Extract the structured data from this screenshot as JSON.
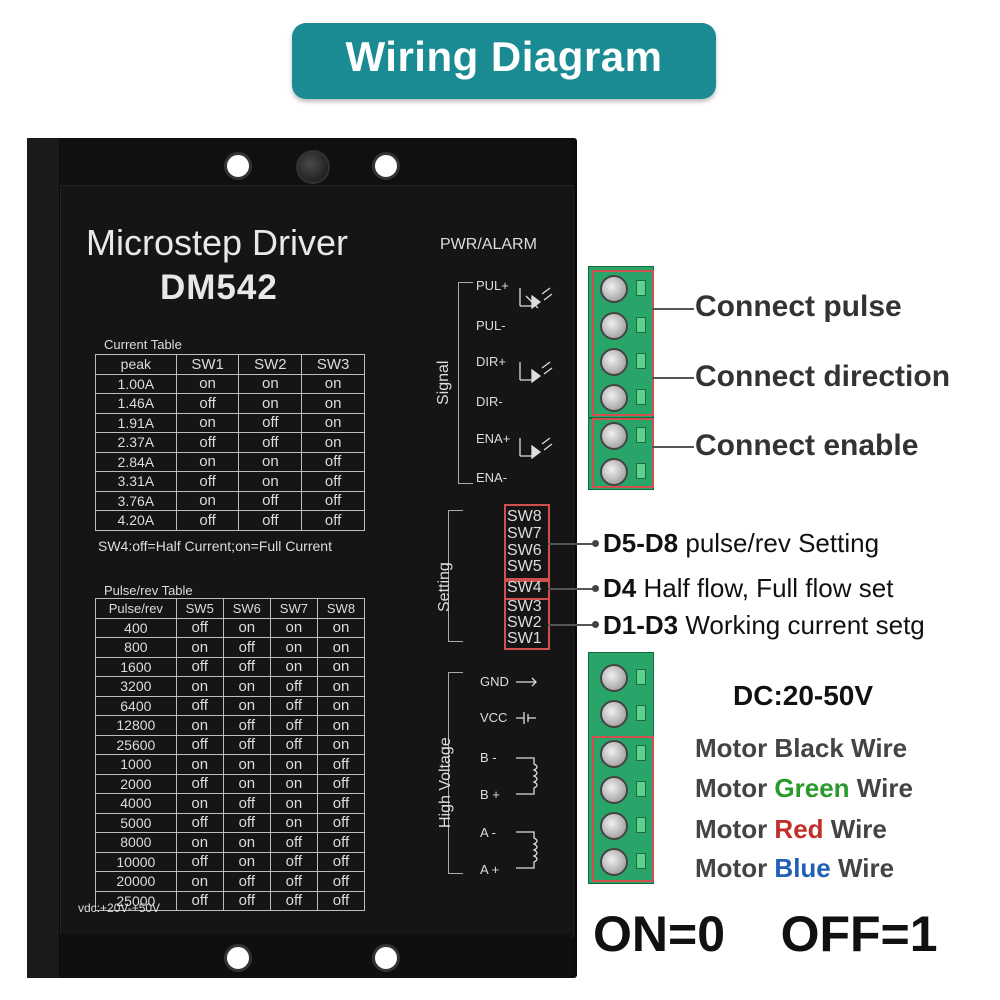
{
  "banner": {
    "title": "Wiring Diagram"
  },
  "device": {
    "title": "Microstep Driver",
    "model": "DM542",
    "pwr_alarm": "PWR/ALARM",
    "current_table": {
      "caption": "Current Table",
      "headers": [
        "peak",
        "SW1",
        "SW2",
        "SW3"
      ],
      "rows": [
        [
          "1.00A",
          "on",
          "on",
          "on"
        ],
        [
          "1.46A",
          "off",
          "on",
          "on"
        ],
        [
          "1.91A",
          "on",
          "off",
          "on"
        ],
        [
          "2.37A",
          "off",
          "off",
          "on"
        ],
        [
          "2.84A",
          "on",
          "on",
          "off"
        ],
        [
          "3.31A",
          "off",
          "on",
          "off"
        ],
        [
          "3.76A",
          "on",
          "off",
          "off"
        ],
        [
          "4.20A",
          "off",
          "off",
          "off"
        ]
      ],
      "note": "SW4:off=Half Current;on=Full Current"
    },
    "pulse_table": {
      "caption": "Pulse/rev Table",
      "headers": [
        "Pulse/rev",
        "SW5",
        "SW6",
        "SW7",
        "SW8"
      ],
      "rows": [
        [
          "400",
          "off",
          "on",
          "on",
          "on"
        ],
        [
          "800",
          "on",
          "off",
          "on",
          "on"
        ],
        [
          "1600",
          "off",
          "off",
          "on",
          "on"
        ],
        [
          "3200",
          "on",
          "on",
          "off",
          "on"
        ],
        [
          "6400",
          "off",
          "on",
          "off",
          "on"
        ],
        [
          "12800",
          "on",
          "off",
          "off",
          "on"
        ],
        [
          "25600",
          "off",
          "off",
          "off",
          "on"
        ],
        [
          "1000",
          "on",
          "on",
          "on",
          "off"
        ],
        [
          "2000",
          "off",
          "on",
          "on",
          "off"
        ],
        [
          "4000",
          "on",
          "off",
          "on",
          "off"
        ],
        [
          "5000",
          "off",
          "off",
          "on",
          "off"
        ],
        [
          "8000",
          "on",
          "on",
          "off",
          "off"
        ],
        [
          "10000",
          "off",
          "on",
          "off",
          "off"
        ],
        [
          "20000",
          "on",
          "off",
          "off",
          "off"
        ],
        [
          "25000",
          "off",
          "off",
          "off",
          "off"
        ]
      ]
    },
    "vdc": "vdc:+20V-+50V",
    "signal_label": "Signal",
    "setting_label": "Setting",
    "hv_label": "High Voltage",
    "signal_pins": [
      "PUL+",
      "PUL-",
      "DIR+",
      "DIR-",
      "ENA+",
      "ENA-"
    ],
    "switches": [
      "SW8",
      "SW7",
      "SW6",
      "SW5",
      "SW4",
      "SW3",
      "SW2",
      "SW1"
    ],
    "hv_pins": [
      "GND",
      "VCC",
      "B -",
      "B +",
      "A -",
      "A +"
    ]
  },
  "annotations": {
    "pulse": "Connect pulse",
    "direction": "Connect direction",
    "enable": "Connect enable",
    "d58_key": "D5-D8",
    "d58_text": " pulse/rev Setting",
    "d4_key": "D4",
    "d4_text": " Half flow, Full flow set",
    "d13_key": "D1-D3",
    "d13_text": " Working current setg",
    "dc": "DC:20-50V",
    "motor_black": "Motor Black Wire",
    "motor_green_a": "Motor ",
    "motor_green_b": "Green",
    "motor_green_c": " Wire",
    "motor_red_a": "Motor ",
    "motor_red_b": "Red",
    "motor_red_c": " Wire",
    "motor_blue_a": "Motor ",
    "motor_blue_b": "Blue",
    "motor_blue_c": " Wire",
    "onoff": "ON=0    OFF=1"
  },
  "colors": {
    "banner": "#1a8a93",
    "terminal": "#2aa56a",
    "highlight": "#d05050",
    "green": "#2a9a2a",
    "red": "#c0302a",
    "blue": "#1f5fb5"
  }
}
